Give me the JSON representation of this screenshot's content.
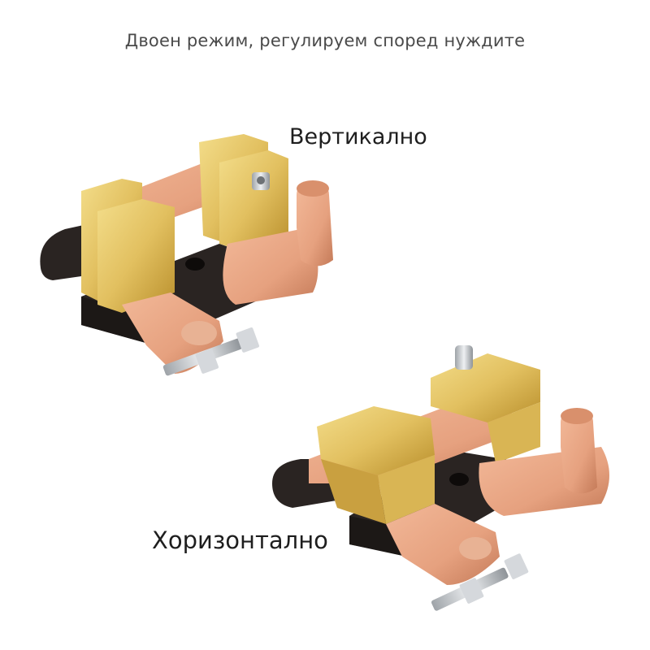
{
  "headline": "Двоен режим, регулируем според нуждите",
  "products": [
    {
      "id": "vertical",
      "label": "Вертикално",
      "image": "battery-disconnect-switch-vertical"
    },
    {
      "id": "horizontal",
      "label": "Хоризонтално",
      "image": "battery-disconnect-switch-horizontal"
    }
  ],
  "colors": {
    "background": "#ffffff",
    "brass": "#e2c060",
    "brass_dark": "#b98f2c",
    "copper": "#e6a17f",
    "copper_dark": "#c47a58",
    "rubber": "#2a2422",
    "steel": "#c9ccd0",
    "headline_text": "#4a4a4a",
    "label_text": "#1e1e1e"
  }
}
